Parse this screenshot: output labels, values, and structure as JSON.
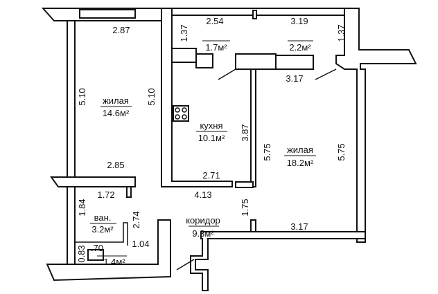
{
  "rooms": {
    "living_left": {
      "name": "жилая",
      "area": "14.6м²"
    },
    "kitchen": {
      "name": "кухня",
      "area": "10.1м²"
    },
    "living_right": {
      "name": "жилая",
      "area": "18.2м²"
    },
    "bathroom": {
      "name": "ван.",
      "area": "3.2м²"
    },
    "corridor": {
      "name": "коридор",
      "area": "9.3м²"
    },
    "toilet": {
      "area": "1.4м²"
    },
    "loggia_left": {
      "area": "1.7м²"
    },
    "loggia_right": {
      "area": "2.2м²"
    }
  },
  "dimensions": {
    "d_287": "2.87",
    "d_254": "2.54",
    "d_319": "3.19",
    "d_137_left": "1.37",
    "d_137_right": "1.37",
    "d_317_top": "3.17",
    "d_510_left": "5.10",
    "d_510_right": "5.10",
    "d_387": "3.87",
    "d_575_left": "5.75",
    "d_575_right": "5.75",
    "d_285": "2.85",
    "d_271": "2.71",
    "d_172": "1.72",
    "d_413": "4.13",
    "d_184": "1.84",
    "d_274": "2.74",
    "d_175": "1.75",
    "d_317_bottom": "3.17",
    "d_104": "1.04",
    "d_083": "0.83",
    "d_070": ".70"
  }
}
